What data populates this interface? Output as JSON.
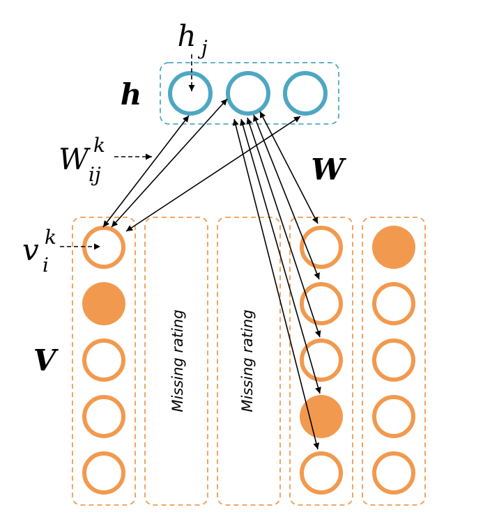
{
  "labels": {
    "h_layer": "h",
    "W_matrix": "W",
    "V_layer": "V",
    "h_unit_base": "h",
    "h_unit_sub": "j",
    "weight_base": "W",
    "weight_sup": "k",
    "weight_sub": "ij",
    "visible_base": "v",
    "visible_sup": "k",
    "visible_sub": "i"
  },
  "columns": [
    {
      "type": "units",
      "filled_unit": 2
    },
    {
      "type": "missing",
      "text": "Missing rating"
    },
    {
      "type": "missing",
      "text": "Missing rating"
    },
    {
      "type": "units",
      "filled_unit": 4
    },
    {
      "type": "units",
      "filled_unit": 1
    }
  ],
  "colors": {
    "hidden_unit": "#4ea7c2",
    "hidden_box": "#4ea7c2",
    "visible_unit": "#f19a4f",
    "visible_box": "#f19a4f",
    "arrow": "#000000"
  }
}
